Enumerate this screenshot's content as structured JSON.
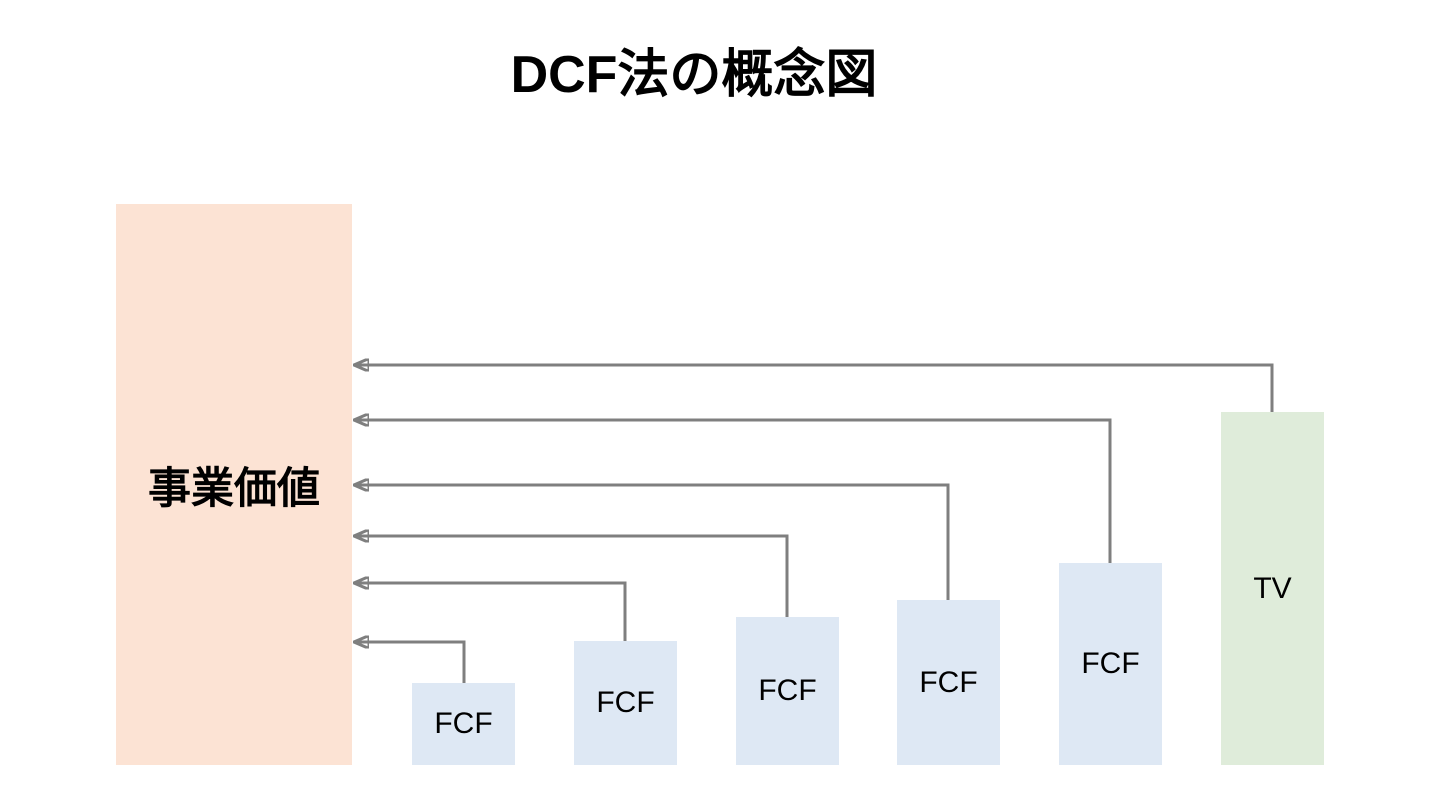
{
  "title": "DCF法の概念図",
  "diagram": {
    "value_box": {
      "label": "事業価値",
      "fill": "#FCE3D4"
    },
    "fcf_boxes": [
      {
        "label": "FCF"
      },
      {
        "label": "FCF"
      },
      {
        "label": "FCF"
      },
      {
        "label": "FCF"
      },
      {
        "label": "FCF"
      }
    ],
    "fcf_fill": "#DEE8F4",
    "tv_box": {
      "label": "TV",
      "fill": "#DFECDA"
    },
    "arrows": [
      {
        "from": "TV",
        "to": "事業価値"
      },
      {
        "from": "FCF (year 5)",
        "to": "事業価値"
      },
      {
        "from": "FCF (year 4)",
        "to": "事業価値"
      },
      {
        "from": "FCF (year 3)",
        "to": "事業価値"
      },
      {
        "from": "FCF (year 2)",
        "to": "事業価値"
      },
      {
        "from": "FCF (year 1)",
        "to": "事業価値"
      }
    ],
    "arrow_color": "#7F7F7F",
    "text_color": "#000000",
    "background": "#FFFFFF"
  }
}
